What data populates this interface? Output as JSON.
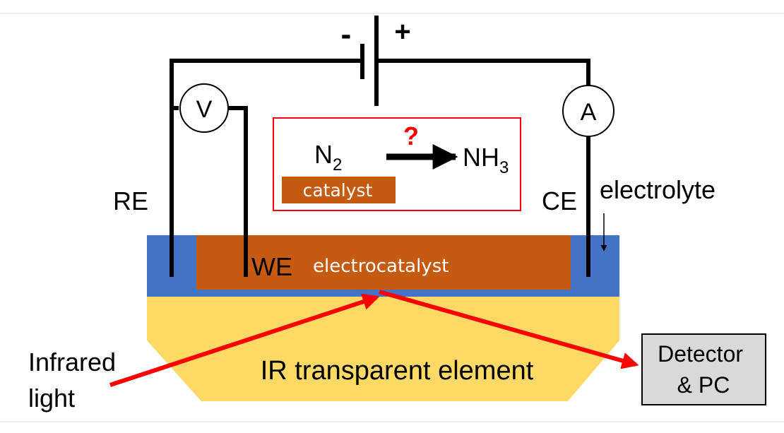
{
  "battery": {
    "minus": "-",
    "plus": "+"
  },
  "meters": {
    "voltmeter": "V",
    "ammeter": "A"
  },
  "reaction": {
    "reactant_main": "N",
    "reactant_sub": "2",
    "question": "?",
    "product_main": "NH",
    "product_sub": "3",
    "catalyst": "catalyst"
  },
  "electrodes": {
    "reference": "RE",
    "counter": "CE",
    "working": "WE"
  },
  "labels": {
    "electrolyte": "electrolyte",
    "electrocatalyst": "electrocatalyst",
    "ir_element": "IR transparent element",
    "infrared_line1": "Infrared",
    "infrared_line2": "light",
    "detector_line1": "Detector",
    "detector_line2": "& PC"
  },
  "colors": {
    "electrolyte": "#4472C4",
    "electrocatalyst": "#C55A11",
    "ir_element": "#FFD966",
    "beam": "#FF0000",
    "question": "#FF0000",
    "box_border": "#FF0000",
    "detector_fill": "#D9D9D9"
  }
}
